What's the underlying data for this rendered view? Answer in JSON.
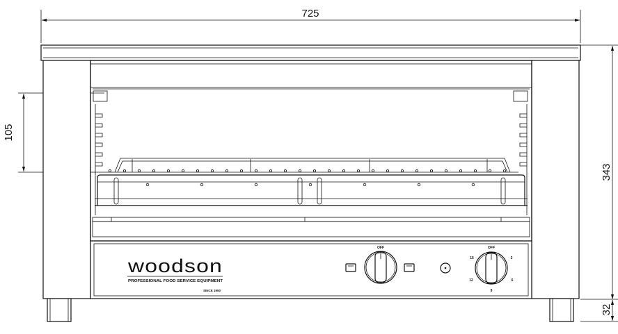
{
  "dimensions": {
    "width": "725",
    "height": "343",
    "rack_spacing": "105",
    "foot_height": "32"
  },
  "brand": {
    "name": "woodson",
    "tagline": "PROFESSIONAL FOOD SERVICE EQUIPMENT",
    "since": "SINCE 1950"
  },
  "controls": {
    "mode_knob_label": "OFF",
    "timer_knob": {
      "off": "OFF",
      "t3": "3",
      "t6": "6",
      "t9": "9",
      "t12": "12",
      "t15": "15"
    }
  }
}
